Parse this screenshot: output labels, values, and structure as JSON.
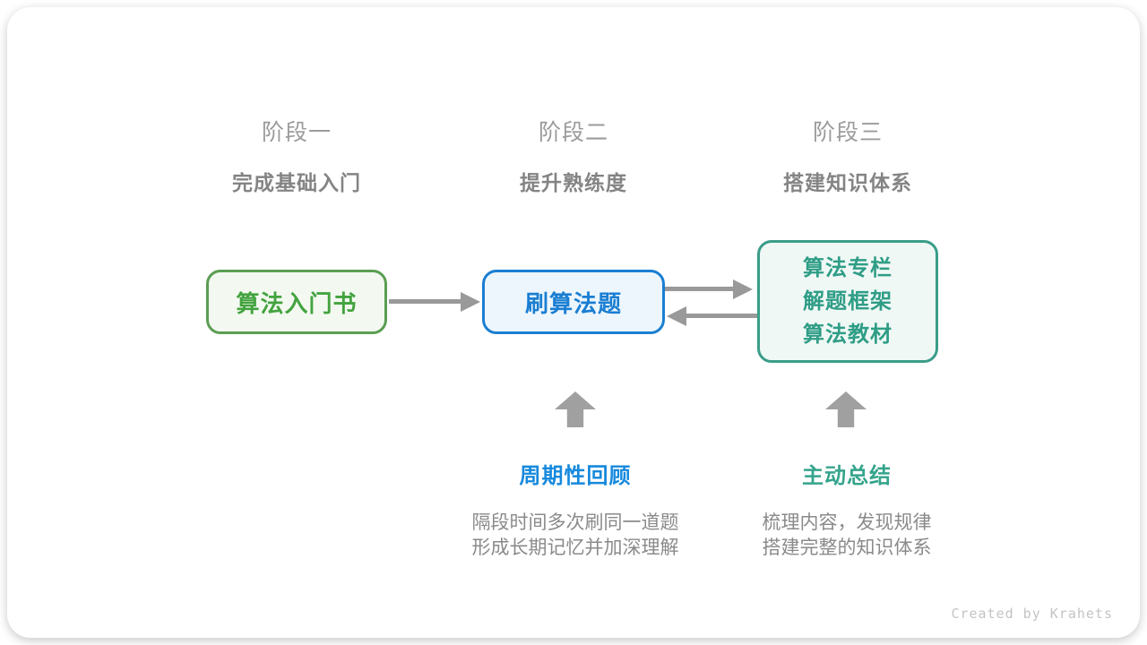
{
  "stages": [
    {
      "label": "阶段一",
      "subtitle": "完成基础入门"
    },
    {
      "label": "阶段二",
      "subtitle": "提升熟练度"
    },
    {
      "label": "阶段三",
      "subtitle": "搭建知识体系"
    }
  ],
  "nodes": [
    {
      "id": "intro-book",
      "lines": [
        "算法入门书"
      ],
      "border_color": "#5b9e52",
      "bg_color": "#f3f9f1",
      "text_color": "#43a33f"
    },
    {
      "id": "practice-problems",
      "lines": [
        "刷算法题"
      ],
      "border_color": "#1a7ed2",
      "bg_color": "#edf6fd",
      "text_color": "#1a7ed2"
    },
    {
      "id": "knowledge-resources",
      "lines": [
        "算法专栏",
        "解题框架",
        "算法教材"
      ],
      "border_color": "#399d89",
      "bg_color": "#eff8f5",
      "text_color": "#2f9d86"
    }
  ],
  "annotations": [
    {
      "id": "periodic-review",
      "title": "周期性回顾",
      "title_color": "#1689dd",
      "lines": [
        "隔段时间多次刷同一道题",
        "形成长期记忆并加深理解"
      ]
    },
    {
      "id": "active-summary",
      "title": "主动总结",
      "title_color": "#35a48c",
      "lines": [
        "梳理内容，发现规律",
        "搭建完整的知识体系"
      ]
    }
  ],
  "connectors": {
    "arrow_color": "#999999",
    "up_arrow_color": "#a0a0a0"
  },
  "footer": {
    "credit": "Created by Krahets"
  }
}
